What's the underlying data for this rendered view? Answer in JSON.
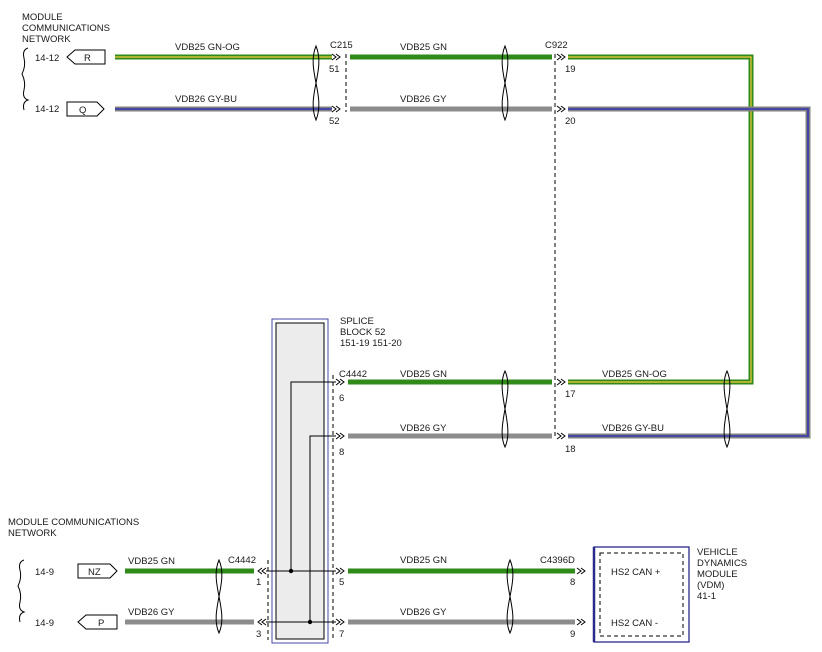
{
  "networks": {
    "top": {
      "line1": "MODULE",
      "line2": "COMMUNICATIONS",
      "line3": "NETWORK"
    },
    "bottom": {
      "line1": "MODULE COMMUNICATIONS",
      "line2": "NETWORK"
    }
  },
  "terminals": {
    "r": {
      "pin": "R",
      "ref": "14-12"
    },
    "q": {
      "pin": "Q",
      "ref": "14-12"
    },
    "nz": {
      "pin": "NZ",
      "ref": "14-9"
    },
    "p": {
      "pin": "P",
      "ref": "14-9"
    }
  },
  "connectors": {
    "c215": {
      "label": "C215",
      "pin_a": "51",
      "pin_b": "52"
    },
    "c922": {
      "label": "C922",
      "pin_a": "19",
      "pin_b": "20",
      "pin_c": "17",
      "pin_d": "18"
    },
    "c4442_upper": {
      "label": "C4442",
      "pin_a": "6",
      "pin_b": "8"
    },
    "c4442_lower": {
      "label": "C4442",
      "pin_a": "1",
      "pin_b": "3",
      "pin_c": "5",
      "pin_d": "7"
    },
    "c4396d": {
      "label": "C4396D",
      "pin_a": "8",
      "pin_b": "9"
    }
  },
  "circuits": {
    "vdb25_gn_og": "VDB25   GN-OG",
    "vdb26_gy_bu": "VDB26   GY-BU",
    "vdb25_gn": "VDB25   GN",
    "vdb26_gy": "VDB26   GY"
  },
  "splice": {
    "line1": "SPLICE",
    "line2": "BLOCK 52",
    "line3": "151-19  151-20"
  },
  "module": {
    "line1": "VEHICLE",
    "line2": "DYNAMICS",
    "line3": "MODULE",
    "line4": "(VDM)",
    "line5": "41-1",
    "pin_plus": "HS2 CAN +",
    "pin_minus": "HS2 CAN -"
  },
  "colors": {
    "green": "#2f8a1a",
    "orange_stripe": "#d8c23a",
    "gray": "#8c8c8c",
    "blue_stripe": "#3434b4"
  }
}
